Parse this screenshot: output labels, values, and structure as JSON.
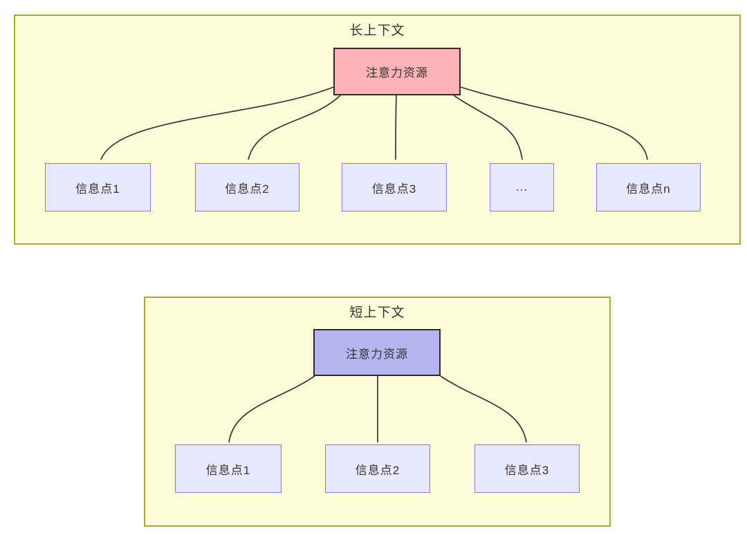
{
  "colors": {
    "container_fill": "#fdfdda",
    "container_border": "#a9a93a",
    "attention_long_fill": "#ffb3b8",
    "attention_short_fill": "#b5b5f1",
    "attention_border": "#2b2b2b",
    "info_fill": "#e8e8fc",
    "info_border": "#9370db",
    "arrow": "#333333",
    "text": "#333333"
  },
  "long_context": {
    "title": "长上下文",
    "attention_label": "注意力资源",
    "info_points": [
      "信息点1",
      "信息点2",
      "信息点3",
      "...",
      "信息点n"
    ]
  },
  "short_context": {
    "title": "短上下文",
    "attention_label": "注意力资源",
    "info_points": [
      "信息点1",
      "信息点2",
      "信息点3"
    ]
  }
}
